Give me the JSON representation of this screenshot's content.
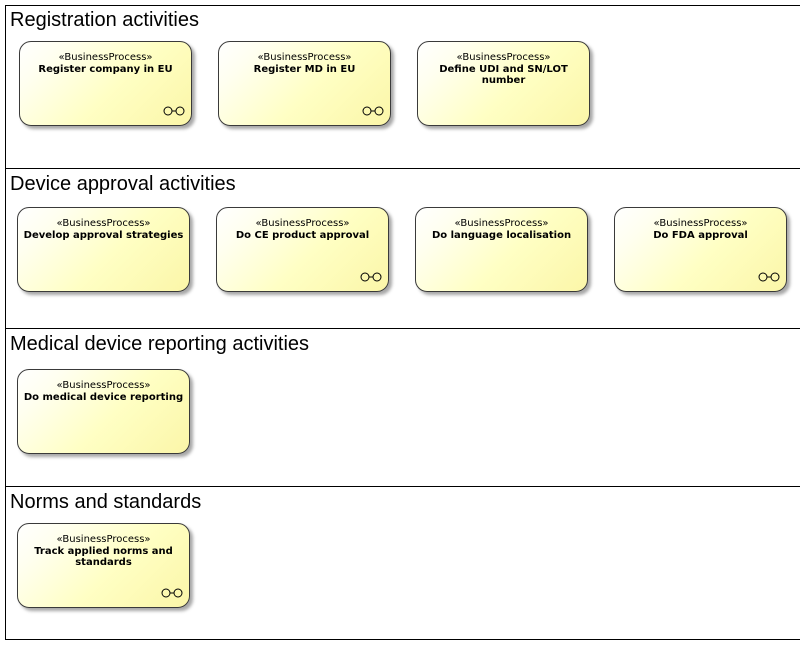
{
  "lanes": [
    {
      "title": "Registration activities",
      "processes": [
        {
          "stereotype": "«BusinessProcess»",
          "name": "Register company in EU",
          "icon": "process-icon"
        },
        {
          "stereotype": "«BusinessProcess»",
          "name": "Register MD in EU",
          "icon": "process-icon"
        },
        {
          "stereotype": "«BusinessProcess»",
          "name": "Define UDI and SN/LOT number",
          "icon": null
        }
      ]
    },
    {
      "title": "Device approval activities",
      "processes": [
        {
          "stereotype": "«BusinessProcess»",
          "name": "Develop approval strategies",
          "icon": null
        },
        {
          "stereotype": "«BusinessProcess»",
          "name": "Do CE product approval",
          "icon": "process-icon"
        },
        {
          "stereotype": "«BusinessProcess»",
          "name": "Do language localisation",
          "icon": null
        },
        {
          "stereotype": "«BusinessProcess»",
          "name": "Do FDA approval",
          "icon": "process-icon"
        }
      ]
    },
    {
      "title": "Medical device reporting activities",
      "processes": [
        {
          "stereotype": "«BusinessProcess»",
          "name": "Do medical device reporting",
          "icon": null
        }
      ]
    },
    {
      "title": "Norms and standards",
      "processes": [
        {
          "stereotype": "«BusinessProcess»",
          "name": "Track applied norms and standards",
          "icon": "process-icon"
        }
      ]
    }
  ]
}
